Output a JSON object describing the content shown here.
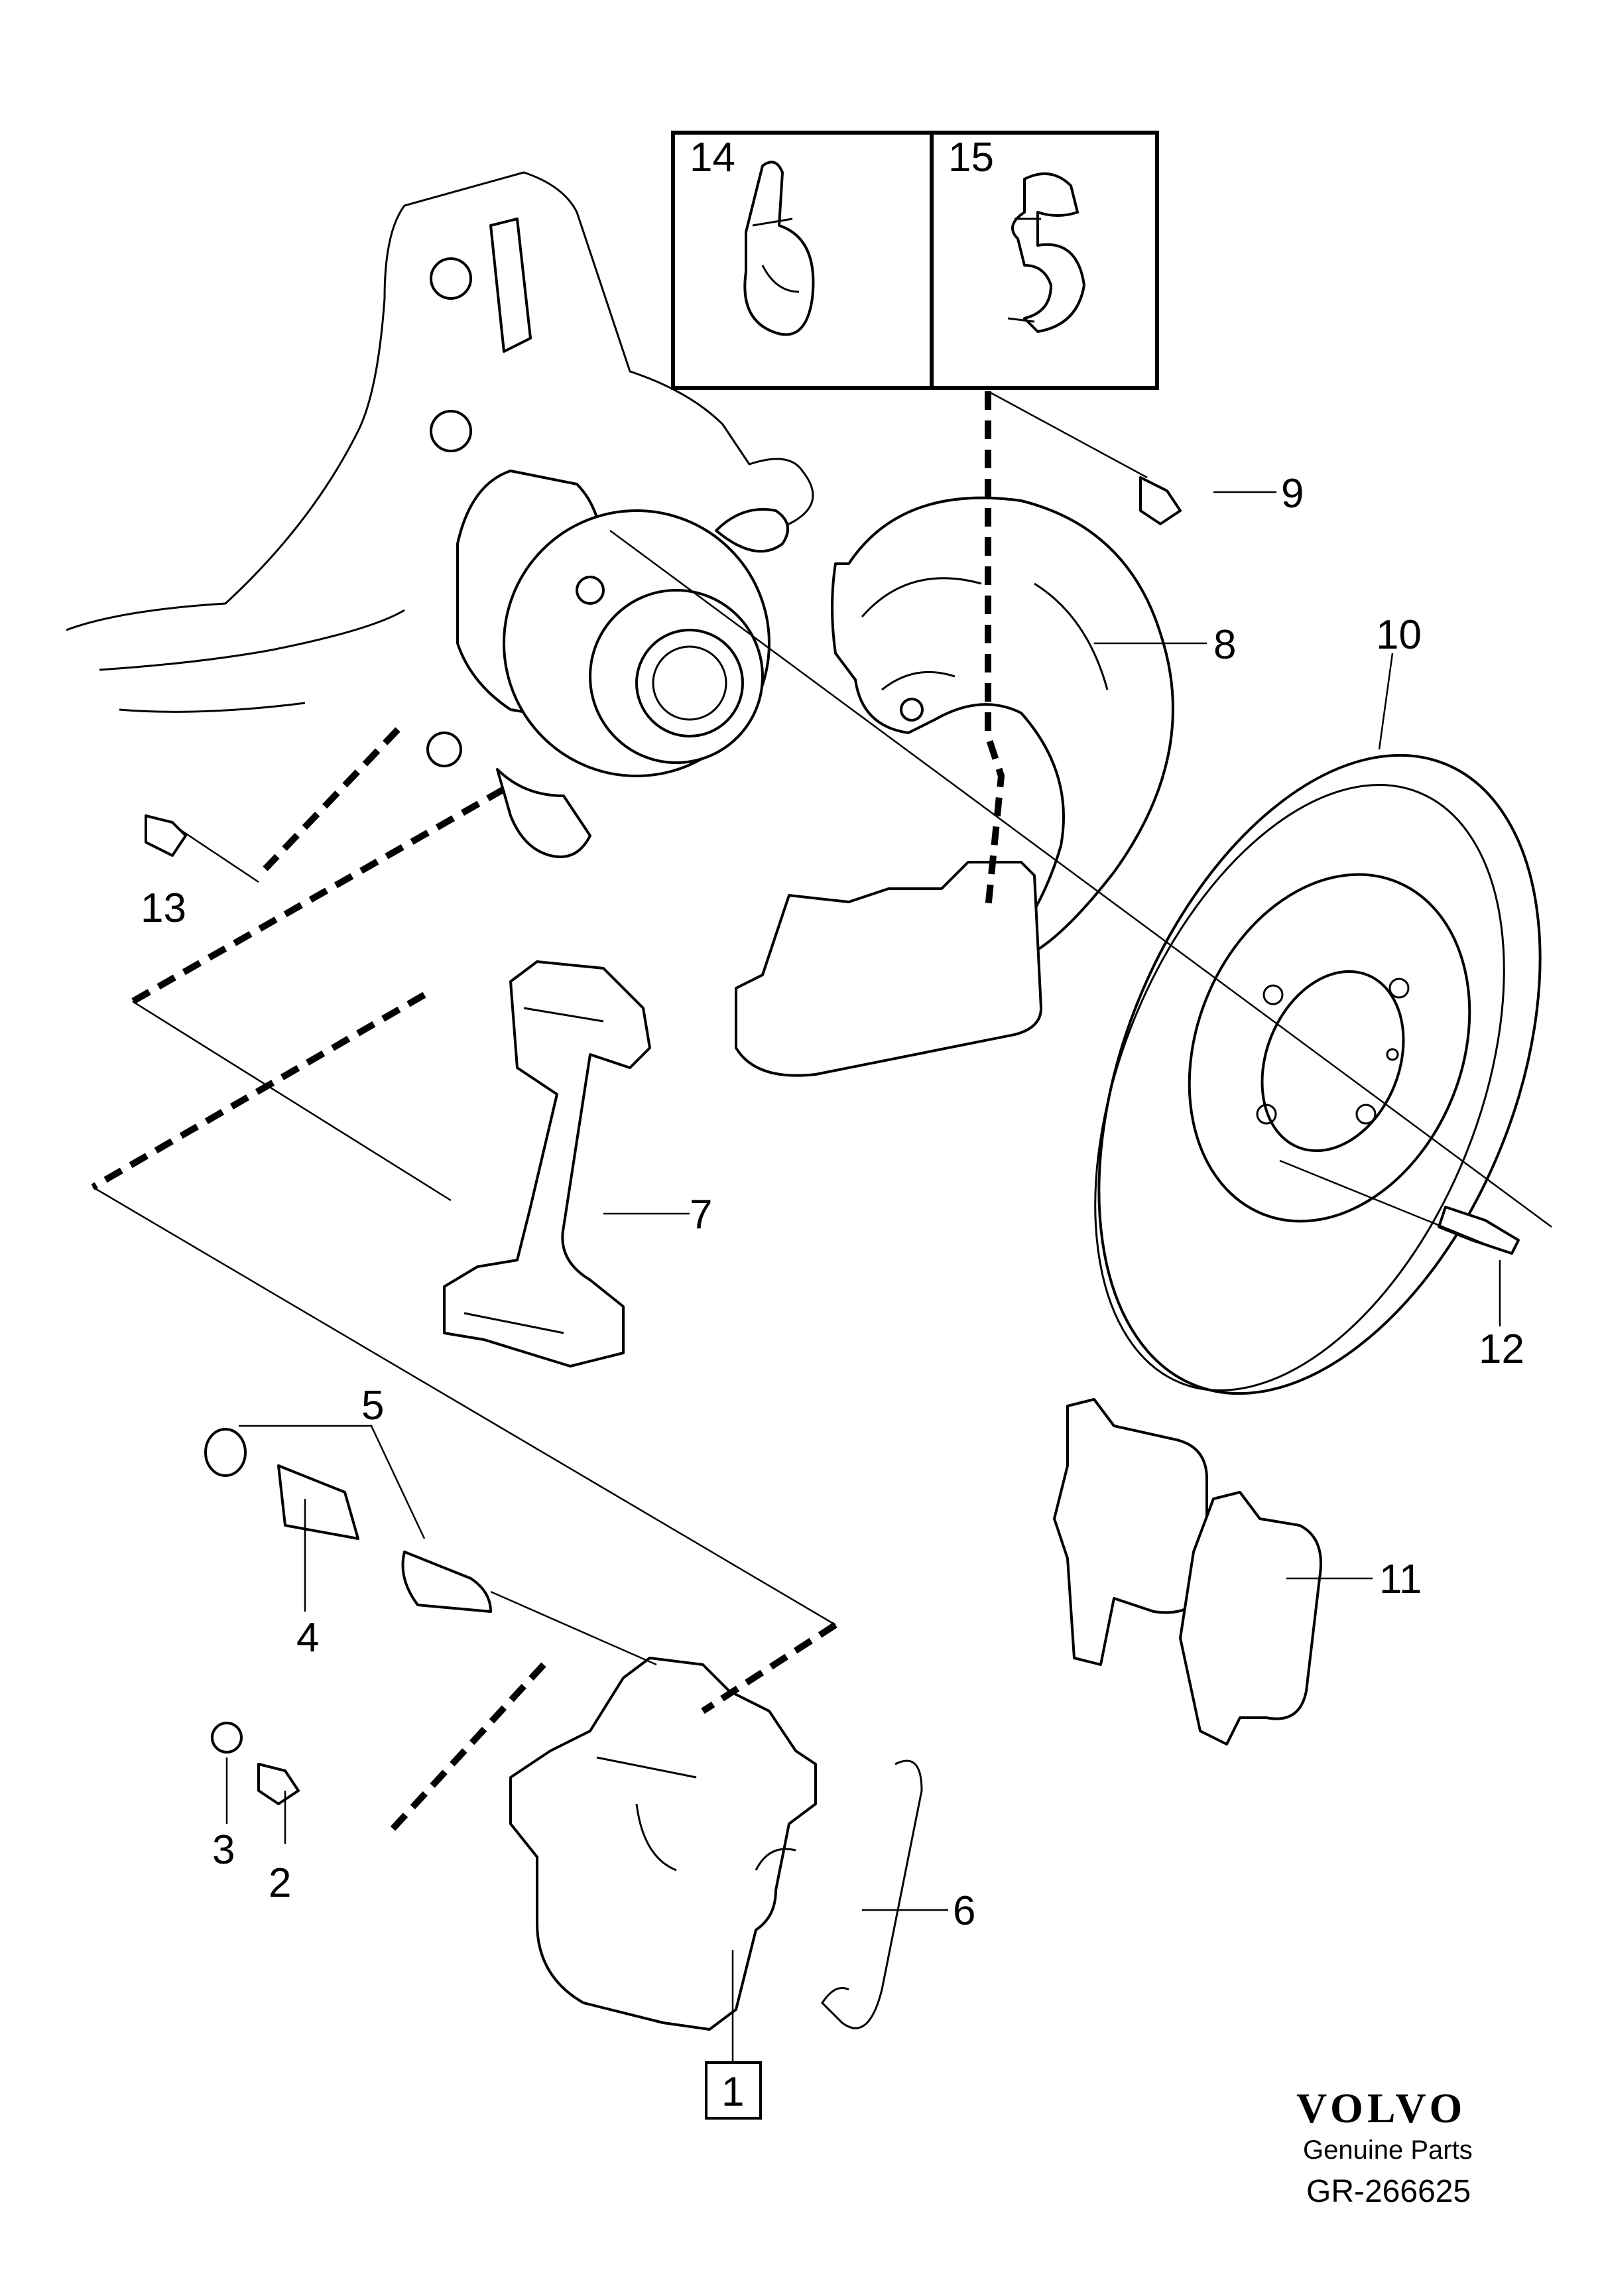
{
  "diagram": {
    "callouts": {
      "c1": "1",
      "c2": "2",
      "c3": "3",
      "c4": "4",
      "c5": "5",
      "c6": "6",
      "c7": "7",
      "c8": "8",
      "c9": "9",
      "c10": "10",
      "c11": "11",
      "c12": "12",
      "c13": "13",
      "c14": "14",
      "c15": "15"
    },
    "brand": "VOLVO",
    "brand_subtitle": "Genuine Parts",
    "reference": "GR-266625"
  }
}
